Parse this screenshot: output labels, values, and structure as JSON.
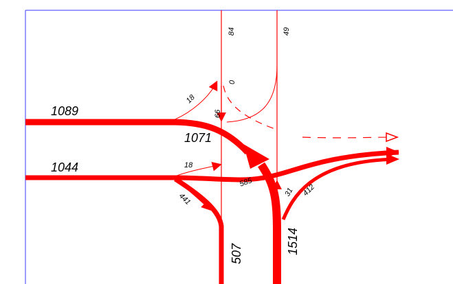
{
  "colors": {
    "flow": "#ff0000",
    "frame": "#3a3aff",
    "background": "#ffffff",
    "text": "#000000"
  },
  "labels": {
    "west_upper_total": "1089",
    "west_lower_total": "1044",
    "main_left_turn": "1071",
    "north_left_in": "84",
    "north_right_in": "49",
    "north_left_zero": "0",
    "north_left_value": "66",
    "right_turn_from_west_upper": "18",
    "right_turn_from_west_lower": "18",
    "through_east": "585",
    "west_lower_right_turn": "441",
    "south_right_through": "31",
    "south_right_turn": "412",
    "south_left_total": "507",
    "south_right_total": "1514"
  }
}
